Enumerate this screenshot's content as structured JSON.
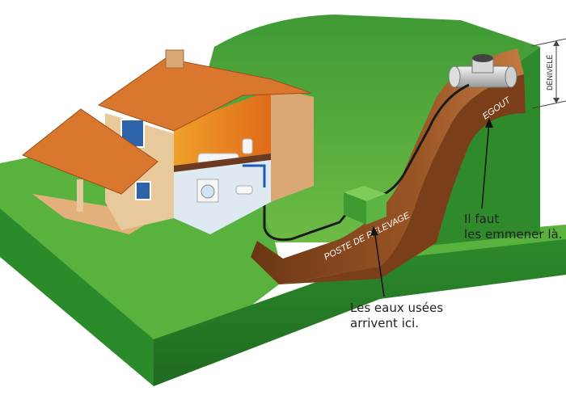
{
  "labels": {
    "pump": "POSTE DE RELEVAGE",
    "sewer": "EGOUT",
    "height": "DÉNIVELÉ"
  },
  "callouts": {
    "arrive_line1": "Les eaux usées",
    "arrive_line2": "arrivent ici.",
    "dest_line1": "Il faut",
    "dest_line2": "les emmener là."
  },
  "colors": {
    "grass": "#4fa73a",
    "grass_dark": "#2f7d2a",
    "trench": "#8a4b22",
    "roof": "#d9772e",
    "wall": "#e8c99c",
    "pump": "#62b24a",
    "pipe": "#1b1b1b"
  }
}
